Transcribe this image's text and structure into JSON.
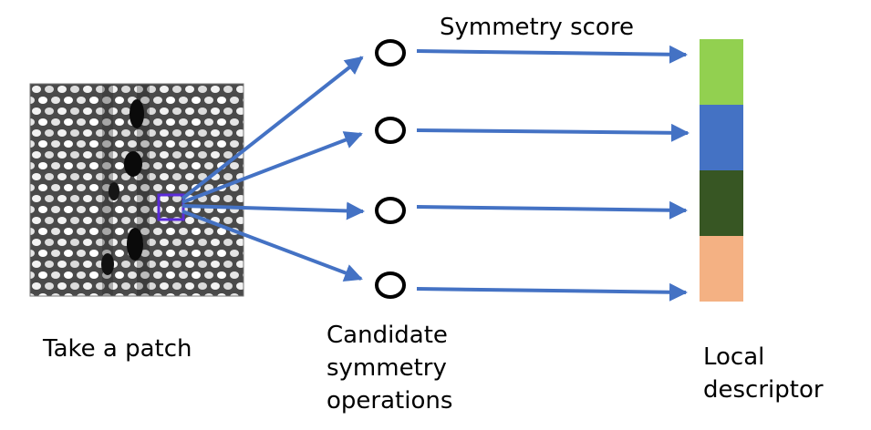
{
  "labels": {
    "symmetry_score": "Symmetry score",
    "take_patch": "Take a patch",
    "candidate_line1": "Candidate",
    "candidate_line2": "symmetry",
    "candidate_line3": "operations",
    "local_line1": "Local",
    "local_line2": "descriptor"
  },
  "colors": {
    "arrow": "#4472C4",
    "patch_box": "#5B2BD9",
    "descriptor": [
      "#92D050",
      "#4472C4",
      "#375623",
      "#F4B183"
    ]
  },
  "counts": {
    "candidate_operations": 4,
    "descriptor_segments": 4
  },
  "image": {
    "description_icon": "atomic-lattice-image"
  }
}
